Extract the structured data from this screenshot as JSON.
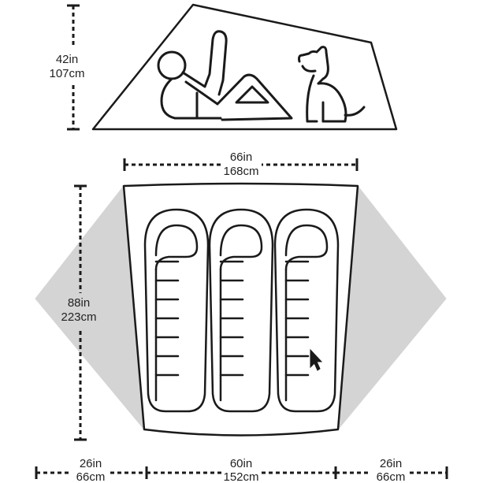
{
  "colors": {
    "line": "#1a1a1a",
    "vestibule": "#d4d4d4",
    "background": "#ffffff"
  },
  "side_view": {
    "height_in": "42in",
    "height_cm": "107cm",
    "figures": [
      "person-reclining-icon",
      "dog-sitting-icon"
    ]
  },
  "floor_plan": {
    "top_width_in": "66in",
    "top_width_cm": "168cm",
    "length_in": "88in",
    "length_cm": "223cm",
    "left_vestibule_in": "26in",
    "left_vestibule_cm": "66cm",
    "bottom_width_in": "60in",
    "bottom_width_cm": "152cm",
    "right_vestibule_in": "26in",
    "right_vestibule_cm": "66cm",
    "sleeping_bags": 3
  },
  "cursor": "arrow-cursor-icon"
}
